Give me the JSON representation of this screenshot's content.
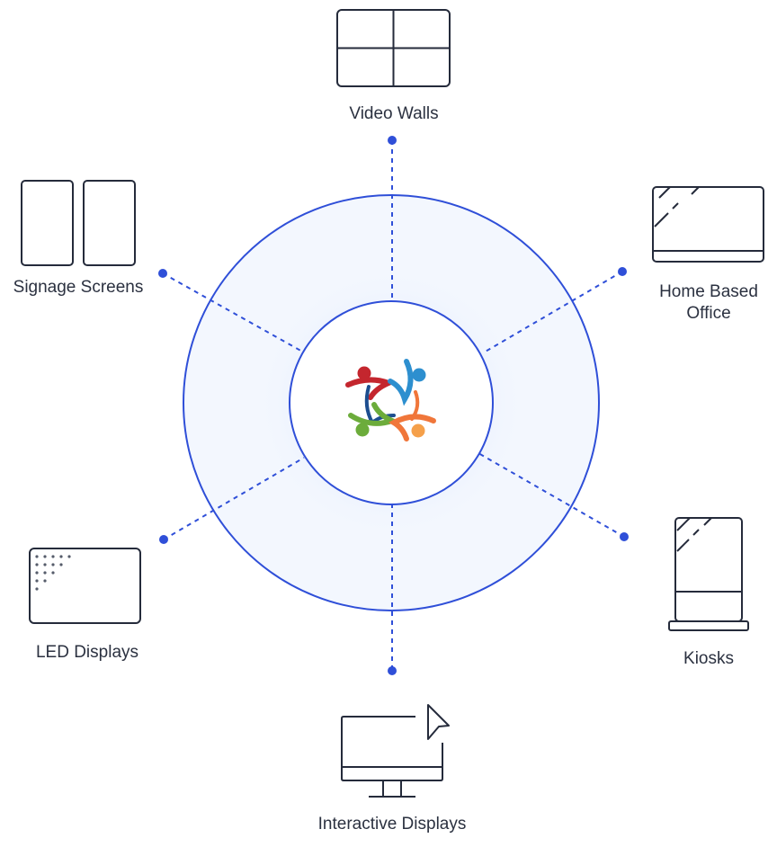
{
  "colors": {
    "accent": "#2f4fd8",
    "icon_stroke": "#252b3b",
    "ring_fill": "#f3f7fe",
    "text": "#2b3140",
    "logo": [
      "#c4262e",
      "#2d8fcf",
      "#6cac3b",
      "#f0763a",
      "#f5a04a",
      "#1d4e8f"
    ]
  },
  "hub": {
    "logo_icon": "community-people-circle-logo"
  },
  "nodes": [
    {
      "id": "video-walls",
      "label": "Video Walls",
      "icon": "video-wall-icon"
    },
    {
      "id": "home-based-office",
      "label": "Home Based\nOffice",
      "icon": "laptop-icon"
    },
    {
      "id": "kiosks",
      "label": "Kiosks",
      "icon": "kiosk-icon"
    },
    {
      "id": "interactive-displays",
      "label": "Interactive Displays",
      "icon": "monitor-cursor-icon"
    },
    {
      "id": "led-displays",
      "label": "LED Displays",
      "icon": "led-display-icon"
    },
    {
      "id": "signage-screens",
      "label": "Signage Screens",
      "icon": "signage-screens-icon"
    }
  ]
}
